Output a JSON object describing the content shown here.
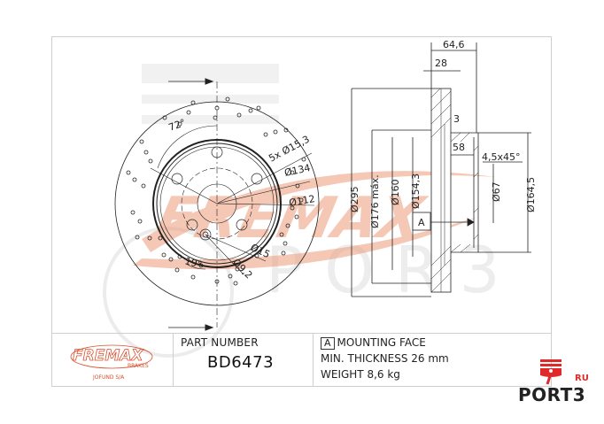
{
  "drawing": {
    "front_view": {
      "dimensions": {
        "bolt_hole_count_dia": "5x",
        "bolt_hole_dia": "Ø15,3",
        "pcd": "Ø134",
        "center_bore": "Ø112",
        "angle": "72°",
        "pin_dia": "Ø15",
        "pin_hole": "Ø9,2",
        "pin_angle": "19°"
      }
    },
    "section_view": {
      "dimensions": {
        "overall_height": "64,6",
        "disc_thickness": "28",
        "hat_wall": "3",
        "hat_depth": "58",
        "chamfer": "4,5x45°",
        "outer_dia": "Ø295",
        "friction_inner_dia": "Ø176 máx.",
        "hat_outer_dia": "Ø160",
        "hat_inner_dia": "Ø154,3",
        "center_hole_dia": "Ø67",
        "hat_flange_dia": "Ø164,5",
        "datum_label": "A"
      }
    },
    "watermark": {
      "brand": "FREMAX",
      "sub": "BRAKES",
      "site": "PORT3"
    }
  },
  "title_block": {
    "logo": {
      "brand": "FREMAX",
      "sub": "BRAKES",
      "company": "JOFUND S/A"
    },
    "part_number_label": "PART NUMBER",
    "part_number": "BD6473",
    "notes": {
      "datum": "A",
      "mounting_face": "MOUNTING FACE",
      "min_thickness": "MIN. THICKNESS 26 mm",
      "weight": "WEIGHT 8,6 kg"
    }
  },
  "site_badge": {
    "name": "PORT3",
    "tld": "RU",
    "accent_color": "#e02a2a"
  },
  "colors": {
    "line": "#222222",
    "frame": "#cfcfcf",
    "brand_red": "#d9502e",
    "watermark": "#f2b9a2"
  }
}
